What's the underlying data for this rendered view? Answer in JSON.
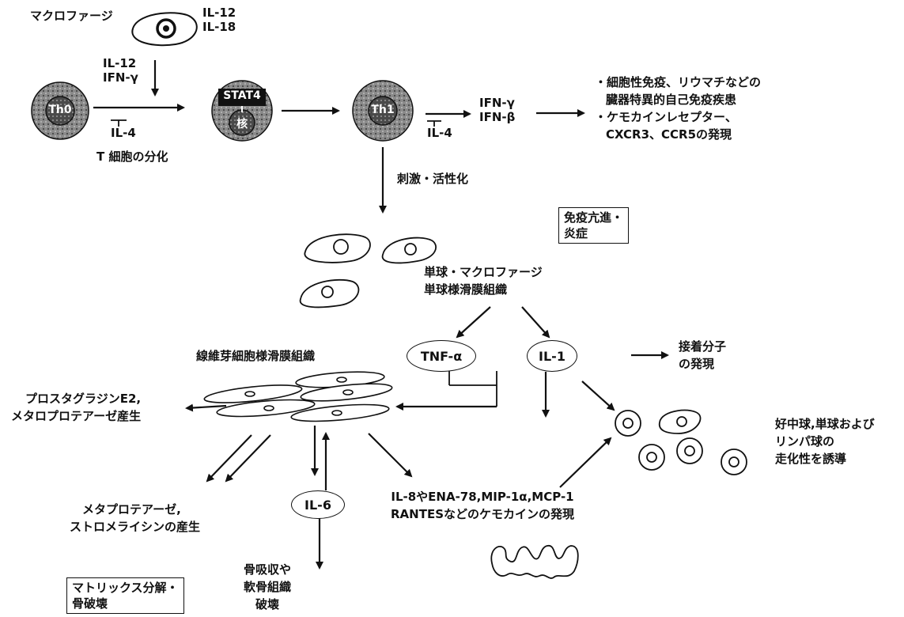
{
  "top": {
    "macrophage": "マクロファージ",
    "macrophage_cytokines": [
      "IL-12",
      "IL-18"
    ],
    "inducers": [
      "IL-12",
      "IFN-γ"
    ],
    "inhibitor_1": "IL-4",
    "differentiation": "T 細胞の分化",
    "cells": {
      "th0": "Th0",
      "stat4": "STAT4",
      "nucleus": "核",
      "th1": "Th1"
    },
    "th1_products": [
      "IFN-γ",
      "IFN-β"
    ],
    "inhibitor_2": "IL-4",
    "outcomes": [
      "・細胞性免疫、リウマチなどの",
      "臓器特異的自己免疫疾患",
      "・ケモカインレセプター、",
      "CXCR3、CCR5の発現"
    ],
    "stimulation": "刺激・活性化"
  },
  "middle": {
    "immune_box": [
      "免疫亢進・",
      "炎症"
    ],
    "monocyte_label": [
      "単球・マクロファージ",
      "単球様滑膜組織"
    ],
    "tnf": "TNF-α",
    "il1": "IL-1",
    "adhesion": [
      "接着分子",
      "の発現"
    ],
    "fibroblast_label": "線維芽細胞様滑膜組織",
    "prostaglandin": [
      "プロスタグラジンE2,",
      "メタロプロテアーゼ産生"
    ],
    "chemotaxis": [
      "好中球,単球および",
      "リンパ球の",
      "走化性を誘導"
    ]
  },
  "bottom": {
    "il6": "IL-6",
    "metalloprotease": [
      "メタプロテアーゼ,",
      "ストロメライシンの産生"
    ],
    "chemokines": [
      "IL-8やENA-78,MIP-1α,MCP-1",
      "RANTESなどのケモカインの発現"
    ],
    "bone_resorption": [
      "骨吸収や",
      "軟骨組織",
      "破壊"
    ],
    "matrix_box": [
      "マトリックス分解・",
      "骨破壊"
    ]
  }
}
